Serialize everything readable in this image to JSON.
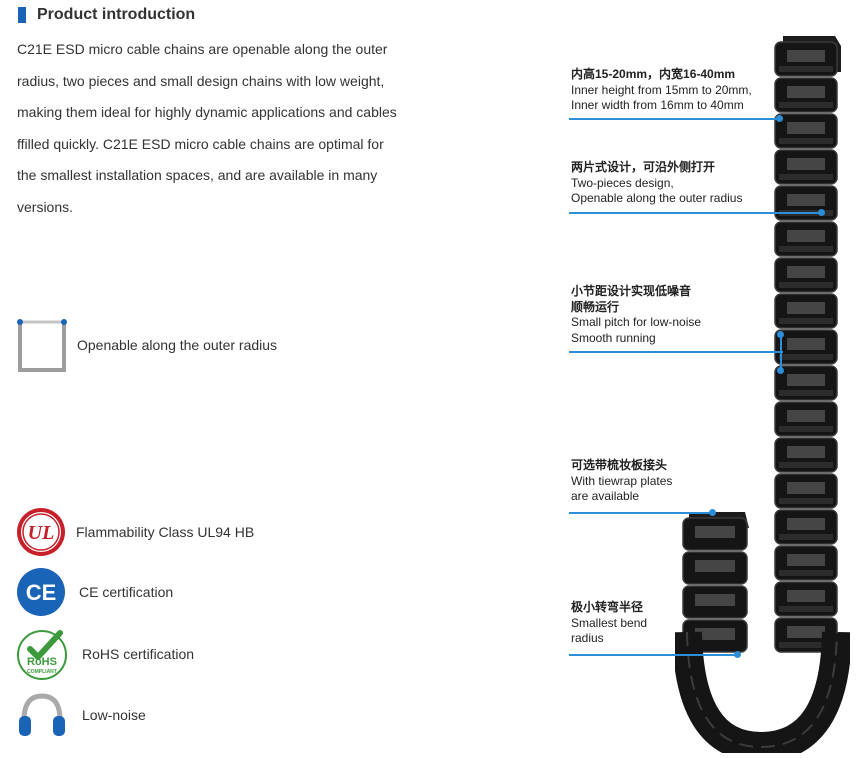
{
  "intro": {
    "title": "Product introduction",
    "body": "C21E ESD micro cable chains are openable along the outer radius, two pieces and small design chains with low weight, making them ideal for highly dynamic applications and cables ffilled quickly. C21E ESD micro cable chains are optimal for the smallest installation spaces, and are available in many versions."
  },
  "features": {
    "openable": {
      "label": "Openable along the outer radius",
      "icon": "open-frame-icon"
    },
    "ul": {
      "label": "Flammability Class UL94 HB",
      "icon": "ul-logo-icon",
      "logo_text": "UL"
    },
    "ce": {
      "label": "CE certification",
      "icon": "ce-logo-icon",
      "logo_text": "CE"
    },
    "rohs": {
      "label": "RoHS certification",
      "icon": "rohs-logo-icon",
      "logo_text": "RoHS",
      "logo_sub": "COMPLIANT"
    },
    "noise": {
      "label": "Low-noise",
      "icon": "headphones-icon"
    }
  },
  "callouts": [
    {
      "cn": "内高15-20mm，内宽16-40mm",
      "en1": "Inner height from 15mm to 20mm,",
      "en2": "Inner width from 16mm to 40mm"
    },
    {
      "cn": "两片式设计，可沿外侧打开",
      "en1": "Two-pieces design,",
      "en2": "Openable along the outer radius"
    },
    {
      "cn1": "小节距设计实现低噪音",
      "cn2": "顺畅运行",
      "en1": "Small pitch for low-noise",
      "en2": "Smooth running"
    },
    {
      "cn": "可选带梳妆板接头",
      "en1": "With tiewrap plates",
      "en2": "are available"
    },
    {
      "cn": "极小转弯半径",
      "en1": "Smallest bend",
      "en2": "radius"
    }
  ],
  "colors": {
    "accent": "#1a64b8",
    "pointer": "#2d8ed8",
    "ul_red": "#c8202a",
    "ce_blue": "#1a64b8",
    "rohs_green": "#3a9a3c"
  }
}
